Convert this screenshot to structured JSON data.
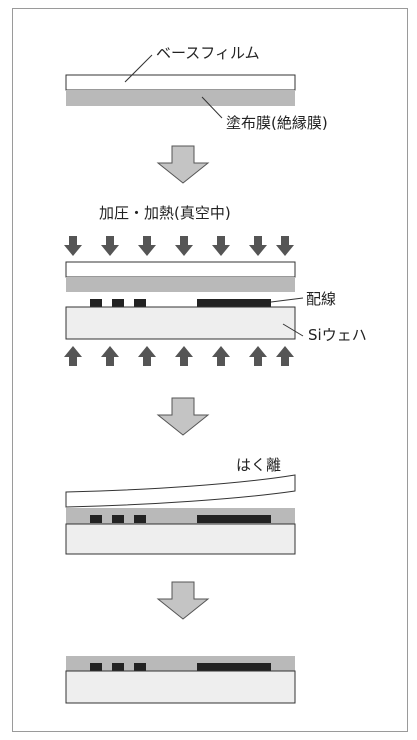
{
  "labels": {
    "base_film": "ベースフィルム",
    "coating": "塗布膜(絶縁膜)",
    "process": "加圧・加熱(真空中)",
    "wiring": "配線",
    "wafer": "Siウェハ",
    "peel": "はく離"
  },
  "colors": {
    "film": "#ffffff",
    "coating": "#b9b9b9",
    "wiring": "#222222",
    "wafer": "#eeeeee",
    "arrow": "#555555",
    "flow_arrow": "#c4c4c4",
    "outline": "#333333"
  }
}
